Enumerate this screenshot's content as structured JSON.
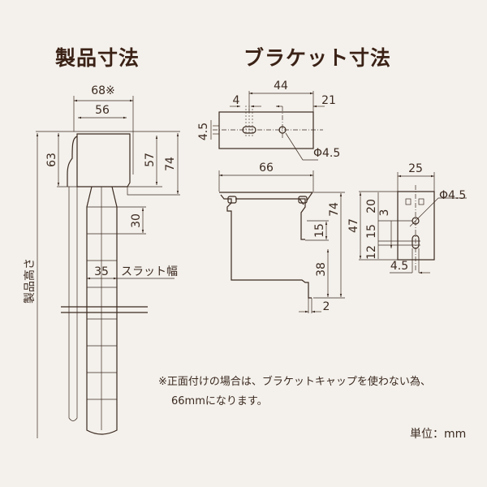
{
  "titles": {
    "product": "製品寸法",
    "bracket": "ブラケット寸法"
  },
  "product_dims": {
    "w68": "68※",
    "w56": "56",
    "h63": "63",
    "h57": "57",
    "h74": "74",
    "p30": "30",
    "s35": "35",
    "slat_width": "スラット幅",
    "height": "製品高さ"
  },
  "bracket_top": {
    "w44": "44",
    "w4": "4",
    "w21": "21",
    "h45": "4.5",
    "hole": "Φ4.5"
  },
  "bracket_profile": {
    "w66": "66",
    "h74": "74",
    "h15": "15",
    "h38": "38",
    "t2": "2"
  },
  "bracket_side": {
    "w25": "25",
    "hole": "Φ4.5",
    "h47": "47",
    "h20": "20",
    "h3": "3",
    "h15": "15",
    "h12": "12",
    "w45": "4.5"
  },
  "notes": [
    "※正面付けの場合は、ブラケットキャップを使わない為、",
    "66mmになります。"
  ],
  "unit": "単位：mm"
}
